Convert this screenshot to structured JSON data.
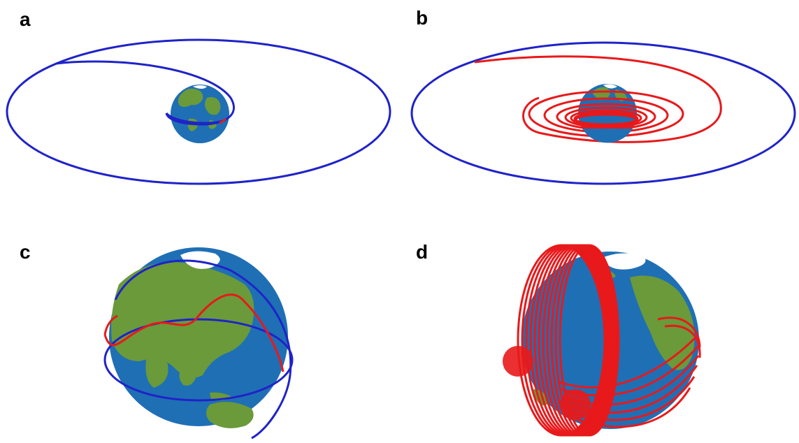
{
  "colors": {
    "ocean": "#1f6fb5",
    "land": "#6a9a3a",
    "ice": "#ffffff",
    "orbit_blue": "#1f23c8",
    "orbit_red": "#e8191b"
  },
  "panels": [
    {
      "label": "a"
    },
    {
      "label": "b"
    },
    {
      "label": "c"
    },
    {
      "label": "d"
    }
  ]
}
